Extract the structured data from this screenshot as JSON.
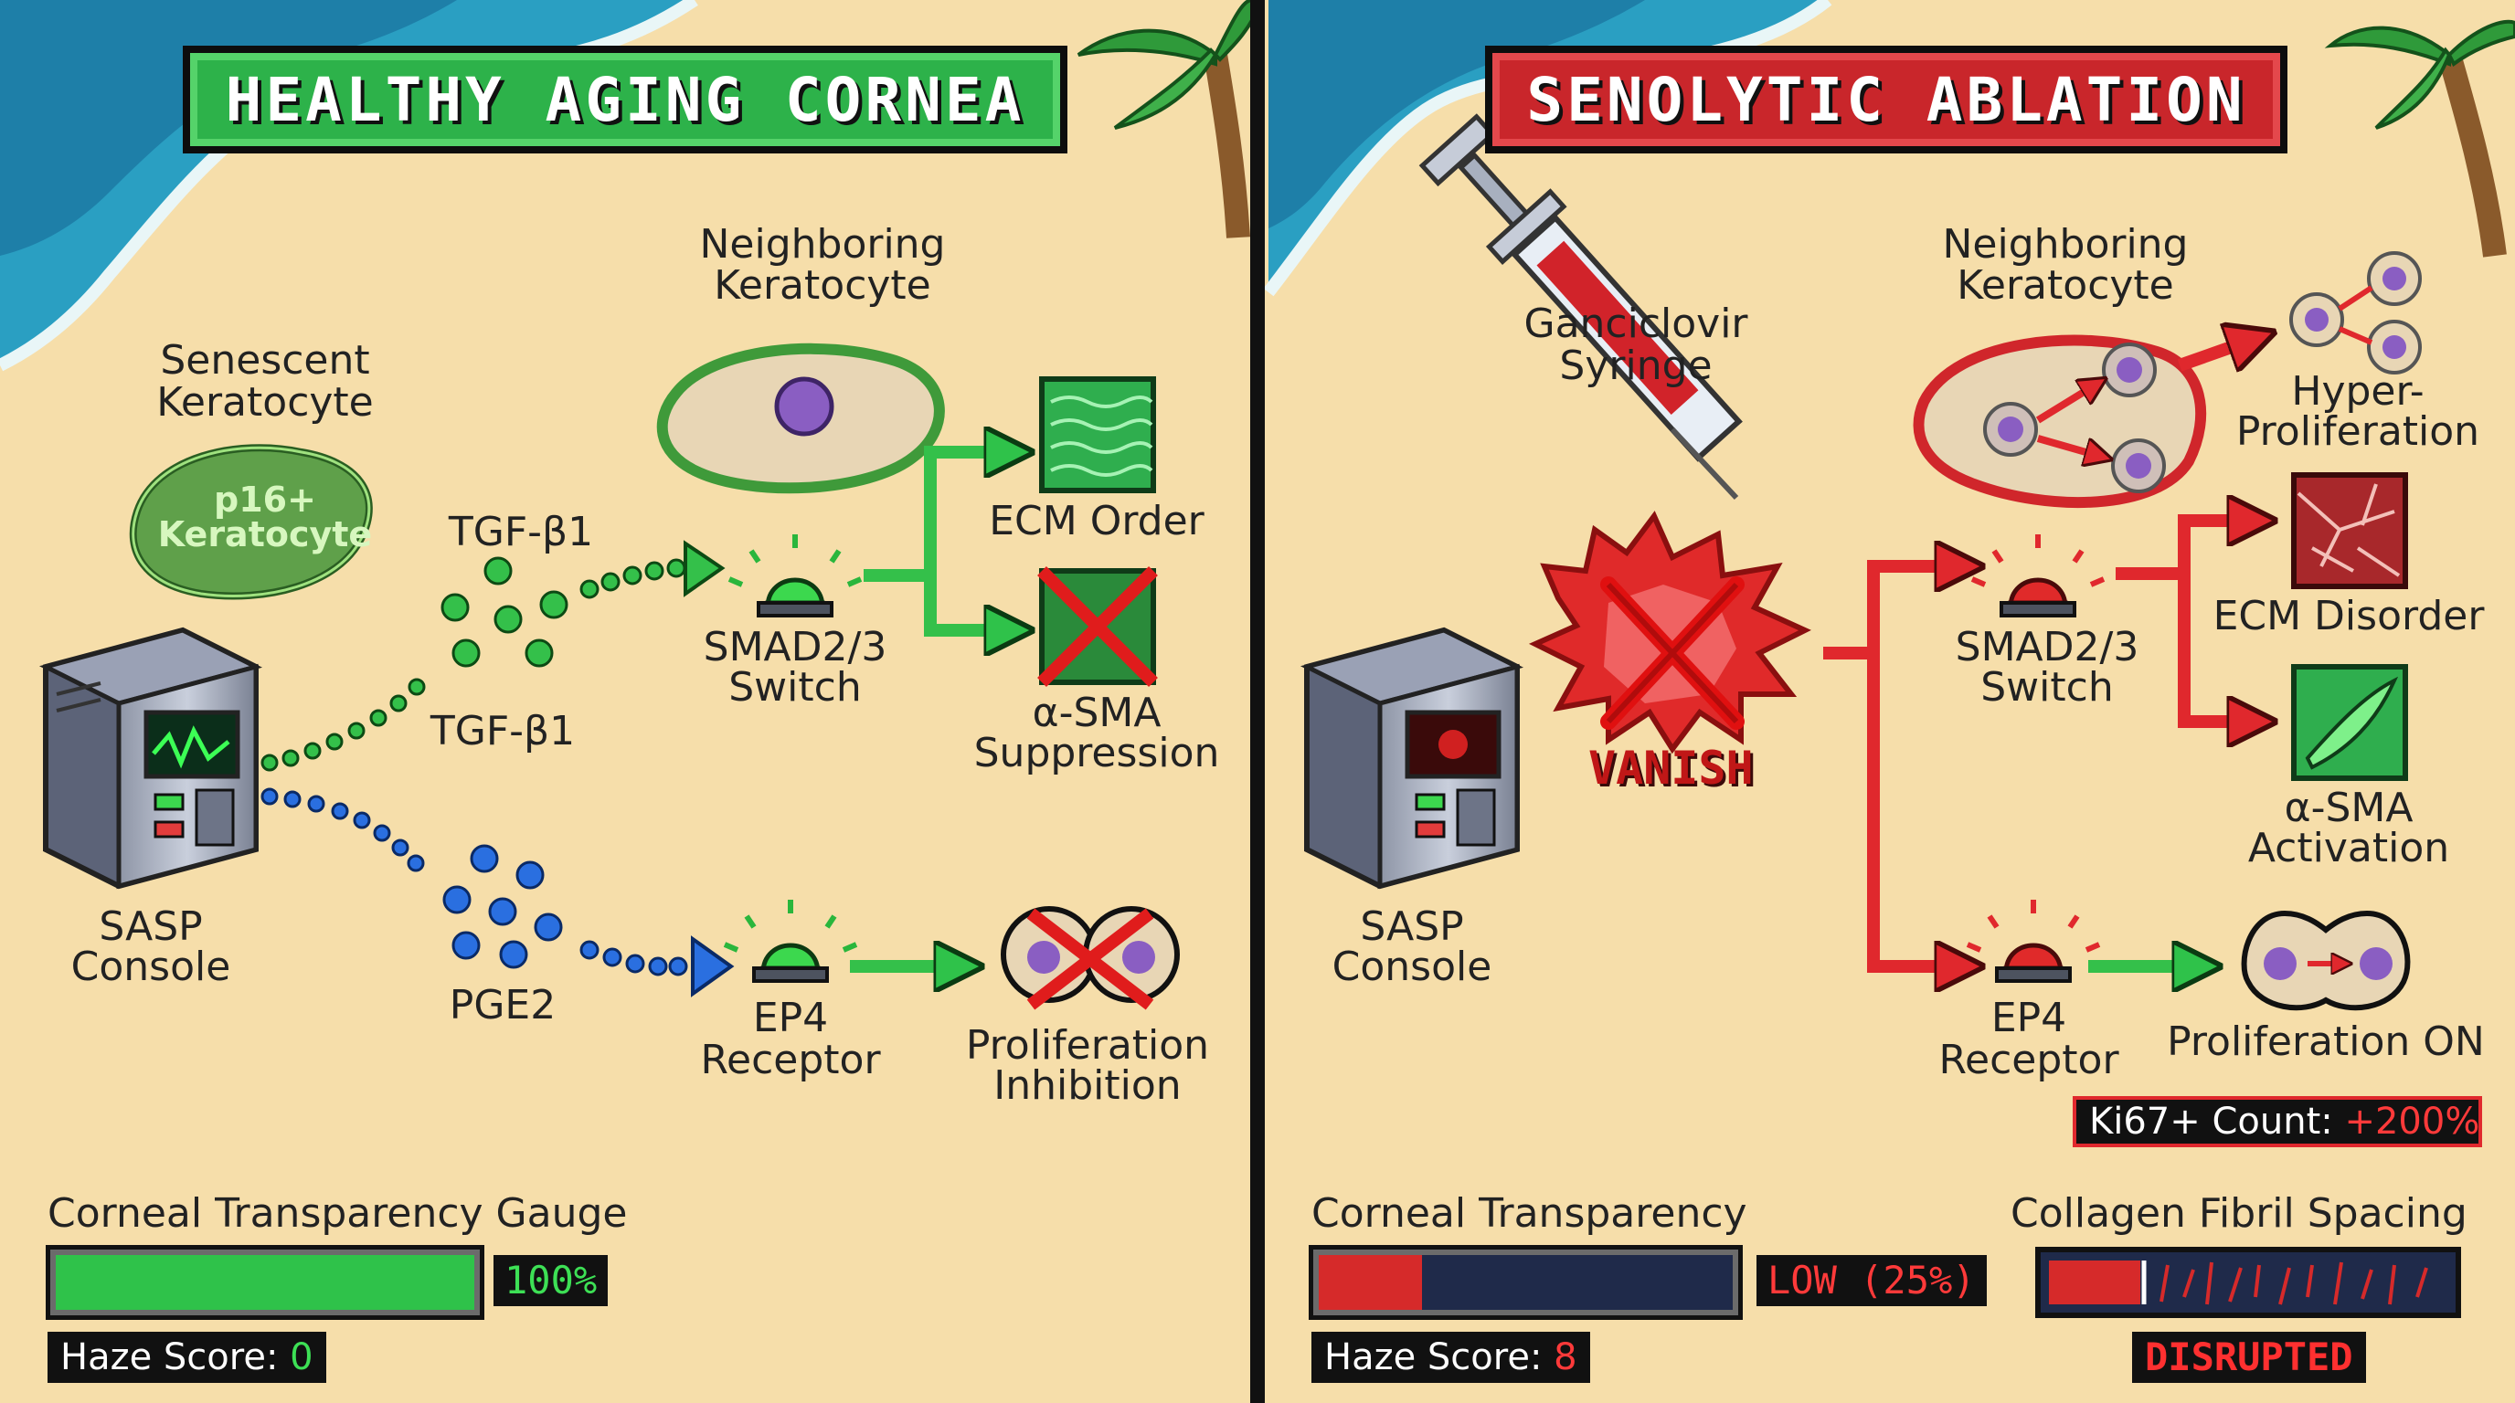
{
  "left_panel": {
    "title": "HEALTHY AGING CORNEA",
    "senescent_label_1": "Senescent",
    "senescent_label_2": "Keratocyte",
    "cell_text_1": "p16+",
    "cell_text_2": "Keratocyte",
    "neighbor_label_1": "Neighboring",
    "neighbor_label_2": "Keratocyte",
    "tgf_top": "TGF-β1",
    "tgf_bottom": "TGF-β1",
    "pge2": "PGE2",
    "sasp_1": "SASP",
    "sasp_2": "Console",
    "smad_1": "SMAD2/3",
    "smad_2": "Switch",
    "ecm": "ECM Order",
    "asma_1": "α-SMA",
    "asma_2": "Suppression",
    "ep4_1": "EP4",
    "ep4_2": "Receptor",
    "prolif_1": "Proliferation",
    "prolif_2": "Inhibition",
    "gauge_label": "Corneal Transparency Gauge",
    "gauge_value": "100%",
    "gauge_fraction": 1.0,
    "haze_label": "Haze Score: ",
    "haze_value": "0"
  },
  "right_panel": {
    "title": "SENOLYTIC ABLATION",
    "syringe_1": "Ganciclovir",
    "syringe_2": "Syringe",
    "vanish": "VANISH",
    "neighbor_label_1": "Neighboring",
    "neighbor_label_2": "Keratocyte",
    "hyper_1": "Hyper-",
    "hyper_2": "Proliferation",
    "sasp_1": "SASP",
    "sasp_2": "Console",
    "smad_1": "SMAD2/3",
    "smad_2": "Switch",
    "ecm": "ECM Disorder",
    "asma_1": "α-SMA",
    "asma_2": "Activation",
    "ep4_1": "EP4",
    "ep4_2": "Receptor",
    "prolif": "Proliferation ON",
    "ki67_label": "Ki67+ Count: ",
    "ki67_value": "+200%",
    "transp_label": "Corneal Transparency",
    "transp_value": "LOW (25%)",
    "transp_fraction": 0.25,
    "haze_label": "Haze Score: ",
    "haze_value": "8",
    "collagen_label": "Collagen Fibril Spacing",
    "collagen_status": "DISRUPTED"
  },
  "colors": {
    "green": "#2db24a",
    "red": "#d62a2a",
    "blue": "#1f6fd6",
    "sand": "#f6deaa",
    "sea": "#2a9fc2"
  }
}
